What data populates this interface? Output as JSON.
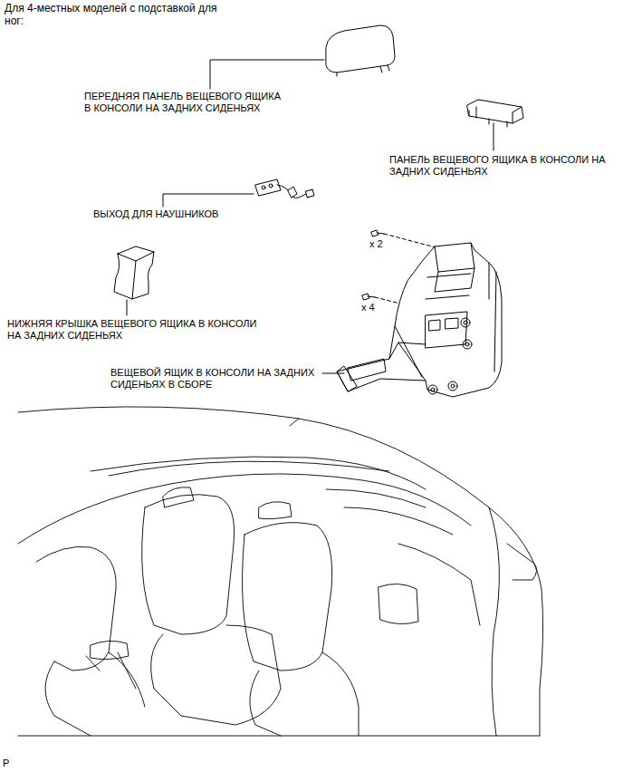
{
  "diagram": {
    "title": "Для 4-местных моделей с подставкой для ног:",
    "labels": [
      "ПЕРЕДНЯЯ ПАНЕЛЬ ВЕЩЕВОГО ЯЩИКА В КОНСОЛИ НА ЗАДНИХ СИДЕНЬЯХ",
      "ПАНЕЛЬ ВЕЩЕВОГО ЯЩИКА В КОНСОЛИ НА ЗАДНИХ СИДЕНЬЯХ",
      "ВЫХОД ДЛЯ НАУШНИКОВ",
      "x 2",
      "x 4",
      "НИЖНЯЯ КРЫШКА ВЕЩЕВОГО ЯЩИКА В КОНСОЛИ НА ЗАДНИХ СИДЕНЬЯХ",
      "ВЕЩЕВОЙ ЯЩИК В КОНСОЛИ НА ЗАДНИХ СИДЕНЬЯХ В СБОРЕ",
      "P"
    ]
  }
}
